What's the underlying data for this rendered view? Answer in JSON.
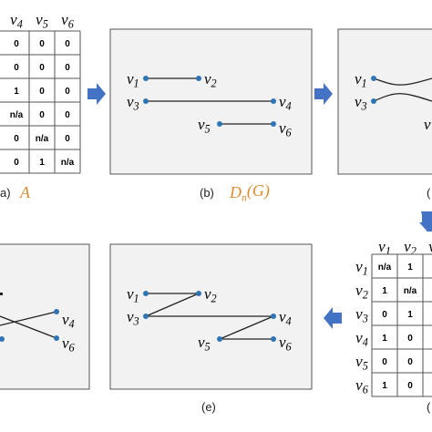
{
  "colors": {
    "accent": "#4472c4",
    "node": "#2e75b6",
    "panel_fill": "#f2f2f2",
    "caption_math": "#e08a2e"
  },
  "captions": {
    "a_label": "a)",
    "a_math": "A",
    "b_label": "(b)",
    "b_math": "Dn(G)",
    "c_label": "(",
    "d_label": "(",
    "e_label": "(e)"
  },
  "matrix_a": {
    "headers": [
      "v4",
      "v5",
      "v6"
    ],
    "rows": [
      [
        "0",
        "0",
        "0"
      ],
      [
        "0",
        "0",
        "0"
      ],
      [
        "1",
        "0",
        "0"
      ],
      [
        "n/a",
        "0",
        "0"
      ],
      [
        "0",
        "n/a",
        "0"
      ],
      [
        "0",
        "1",
        "n/a"
      ]
    ]
  },
  "matrix_d": {
    "headers": [
      "v1",
      "v2",
      "v"
    ],
    "row_labels": [
      "v1",
      "v2",
      "v3",
      "v4",
      "v5",
      "v6"
    ],
    "rows": [
      [
        "n/a",
        "1"
      ],
      [
        "1",
        "n/a"
      ],
      [
        "0",
        "1"
      ],
      [
        "1",
        "0"
      ],
      [
        "0",
        "0"
      ],
      [
        "1",
        "0"
      ]
    ]
  },
  "panel_b": {
    "labels": [
      "v1",
      "v2",
      "v3",
      "v4",
      "v5",
      "v6"
    ]
  },
  "panel_c": {
    "labels": [
      "v1",
      "v3",
      "v"
    ]
  },
  "panel_f": {
    "labels": [
      "v4",
      "v6"
    ]
  },
  "panel_e": {
    "labels": [
      "v1",
      "v2",
      "v3",
      "v4",
      "v5",
      "v6"
    ]
  }
}
